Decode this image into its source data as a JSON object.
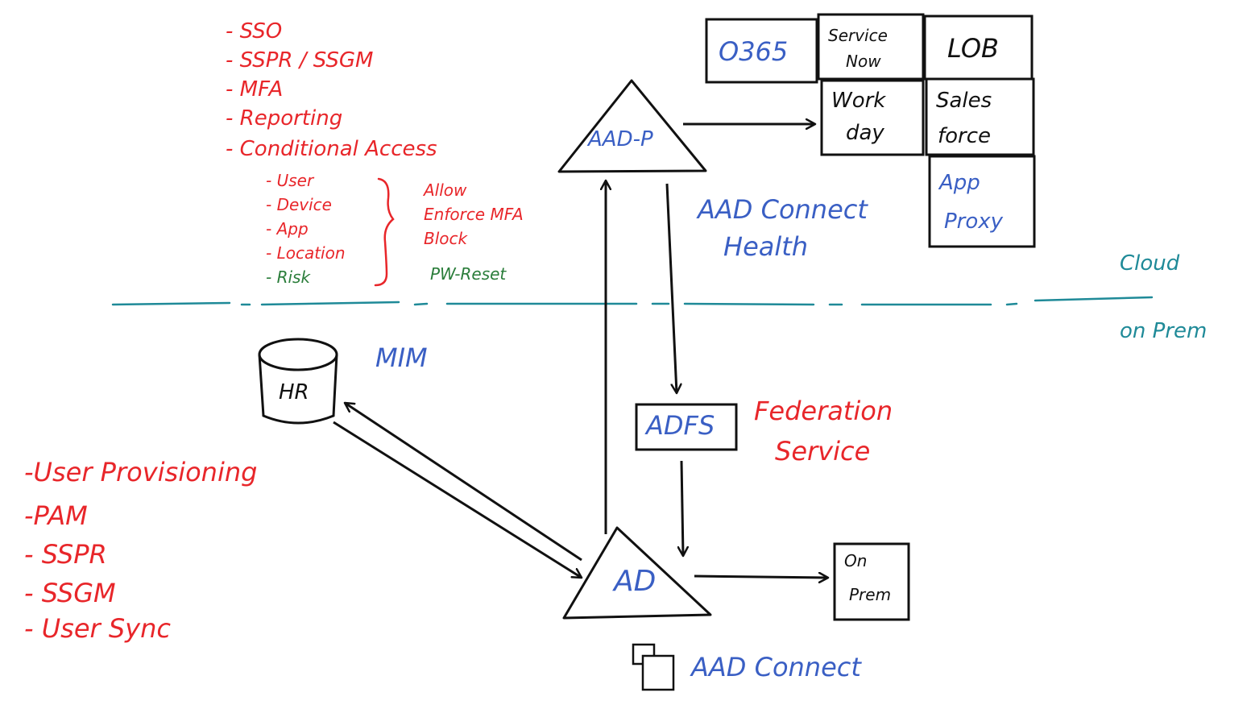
{
  "colors": {
    "red": "#e8262a",
    "blue": "#3a5fc4",
    "green": "#2a7d3a",
    "teal": "#1f8a98",
    "black": "#111111"
  },
  "cloud_features": [
    "- SSO",
    "- SSPR / SSGM",
    "- MFA",
    "- Reporting",
    "- Conditional Access"
  ],
  "ca_conditions": [
    "- User",
    "- Device",
    "- App",
    "- Location"
  ],
  "ca_risk": "- Risk",
  "ca_actions": [
    "Allow",
    "Enforce MFA",
    "Block"
  ],
  "ca_pw_reset": "PW-Reset",
  "aadp_label": "AAD-P",
  "aad_connect_health": [
    "AAD Connect",
    "Health"
  ],
  "apps_grid": {
    "o365": "O365",
    "servicenow": [
      "Service",
      "Now"
    ],
    "lob": "LOB",
    "workday": [
      "Work",
      "day"
    ],
    "salesforce": [
      "Sales",
      "force"
    ],
    "appproxy": [
      "App",
      "Proxy"
    ]
  },
  "zones": {
    "cloud": "Cloud",
    "onprem": "on Prem"
  },
  "hr_label": "HR",
  "mim_label": "MIM",
  "adfs_label": "ADFS",
  "federation_service": [
    "Federation",
    "Service"
  ],
  "ad_label": "AD",
  "onprem_box": [
    "On",
    "Prem"
  ],
  "aad_connect": "AAD Connect",
  "mim_features": [
    "-User Provisioning",
    "-PAM",
    "- SSPR",
    "- SSGM",
    "- User Sync"
  ]
}
